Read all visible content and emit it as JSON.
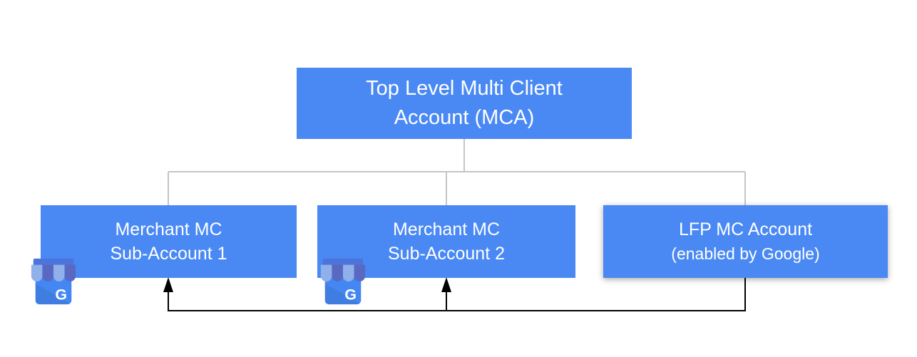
{
  "diagram": {
    "type": "account-hierarchy-org-chart",
    "background_color": "#ffffff",
    "node_color": "#4a89f4",
    "node_text_color": "#ffffff",
    "connector_color": "#c5c5c5",
    "arrow_color": "#000000",
    "nodes": {
      "mca": {
        "line1": "Top Level Multi Client",
        "line2": "Account (MCA)"
      },
      "sub1": {
        "line1": "Merchant MC",
        "line2": "Sub-Account 1"
      },
      "sub2": {
        "line1": "Merchant MC",
        "line2": "Sub-Account 2"
      },
      "lfp": {
        "line1": "LFP MC Account",
        "line2": "(enabled by Google)"
      }
    },
    "edges": [
      {
        "from": "mca",
        "to": "sub1",
        "style": "tree-line",
        "color": "#c5c5c5"
      },
      {
        "from": "mca",
        "to": "sub2",
        "style": "tree-line",
        "color": "#c5c5c5"
      },
      {
        "from": "mca",
        "to": "lfp",
        "style": "tree-line",
        "color": "#c5c5c5"
      },
      {
        "from": "lfp",
        "to": "sub1",
        "style": "arrow",
        "color": "#000000"
      },
      {
        "from": "lfp",
        "to": "sub2",
        "style": "arrow",
        "color": "#000000"
      }
    ],
    "icon": {
      "name": "google-business-profile-icon",
      "letter": "G",
      "colors": {
        "top_bar": "#4c74da",
        "scallop_light": "#8fb0ea",
        "scallop_dark": "#5969c1",
        "body": "#4487f2",
        "letter": "#ffffff"
      }
    }
  }
}
